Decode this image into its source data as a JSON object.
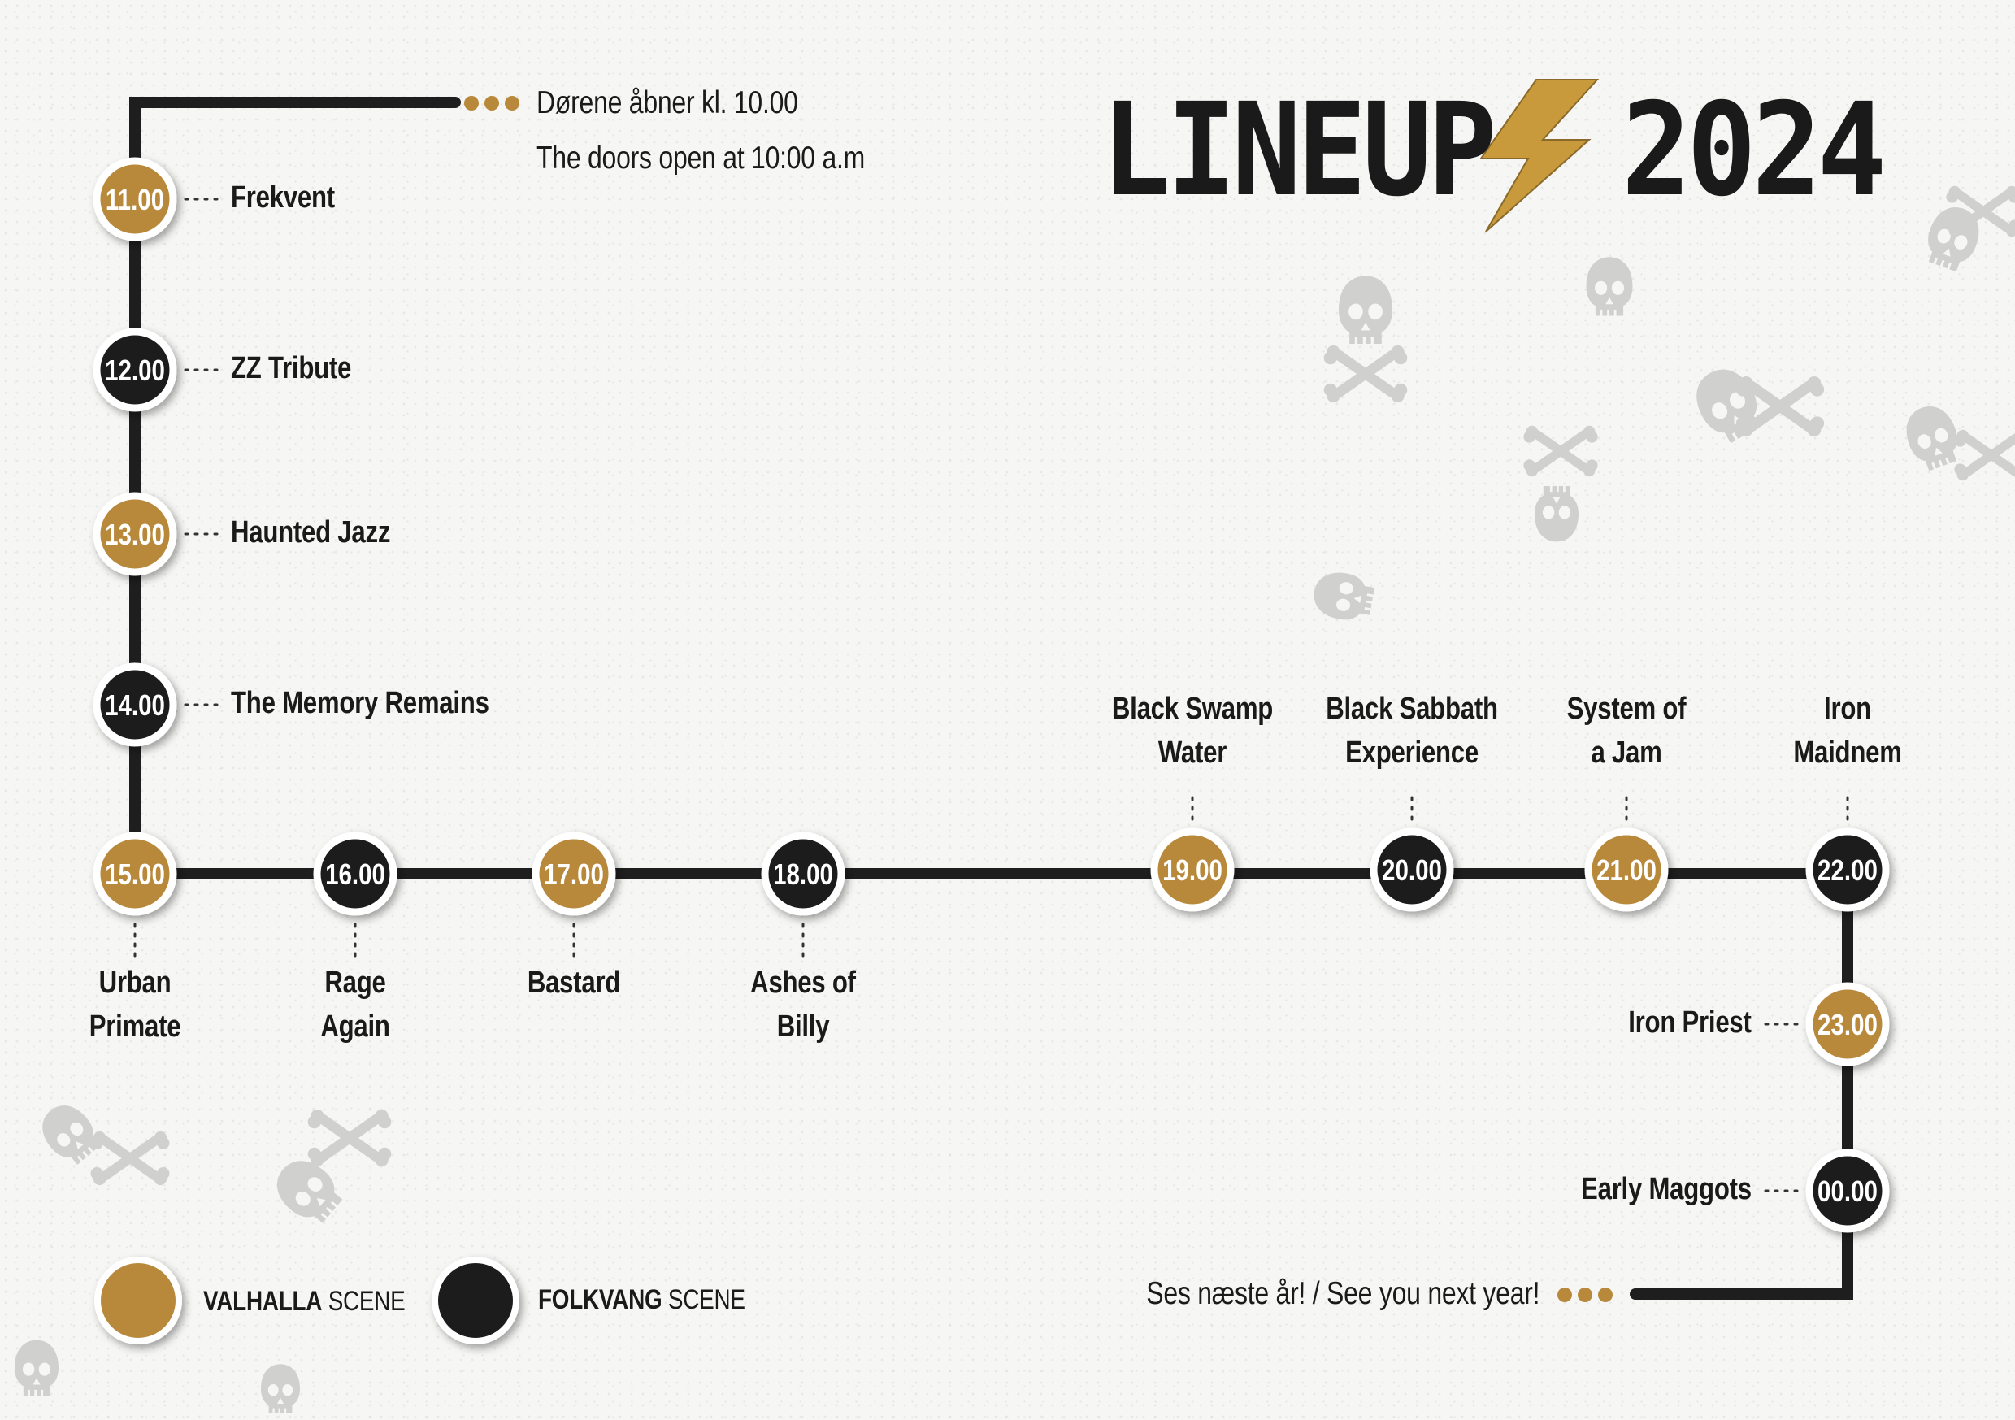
{
  "title": {
    "word": "LINEUP",
    "year": "2024"
  },
  "info": {
    "doors_da": "Dørene åbner kl. 10.00",
    "doors_en": "The doors open at 10:00 a.m",
    "closing": "Ses næste år! / See you next year!"
  },
  "colors": {
    "valhalla": "#b8893a",
    "folkvang": "#1e1e1e",
    "line": "#1e1e1e",
    "bolt": "#c89a3c"
  },
  "schedule": [
    {
      "time": "11.00",
      "band": "Frekvent",
      "scene": "valhalla"
    },
    {
      "time": "12.00",
      "band": "ZZ Tribute",
      "scene": "folkvang"
    },
    {
      "time": "13.00",
      "band": "Haunted Jazz",
      "scene": "valhalla"
    },
    {
      "time": "14.00",
      "band": "The Memory Remains",
      "scene": "folkvang"
    },
    {
      "time": "15.00",
      "band": "Urban\nPrimate",
      "scene": "valhalla"
    },
    {
      "time": "16.00",
      "band": "Rage\nAgain",
      "scene": "folkvang"
    },
    {
      "time": "17.00",
      "band": "Bastard",
      "scene": "valhalla"
    },
    {
      "time": "18.00",
      "band": "Ashes of\nBilly",
      "scene": "folkvang"
    },
    {
      "time": "19.00",
      "band": "Black Swamp\nWater",
      "scene": "valhalla"
    },
    {
      "time": "20.00",
      "band": "Black Sabbath\nExperience",
      "scene": "folkvang"
    },
    {
      "time": "21.00",
      "band": "System of\na Jam",
      "scene": "valhalla"
    },
    {
      "time": "22.00",
      "band": "Iron\nMaidnem",
      "scene": "folkvang"
    },
    {
      "time": "23.00",
      "band": "Iron Priest",
      "scene": "valhalla"
    },
    {
      "time": "00.00",
      "band": "Early Maggots",
      "scene": "folkvang"
    }
  ],
  "legend": [
    {
      "bold": "VALHALLA",
      "thin": " SCENE",
      "scene": "valhalla"
    },
    {
      "bold": "FOLKVANG",
      "thin": " SCENE",
      "scene": "folkvang"
    }
  ]
}
